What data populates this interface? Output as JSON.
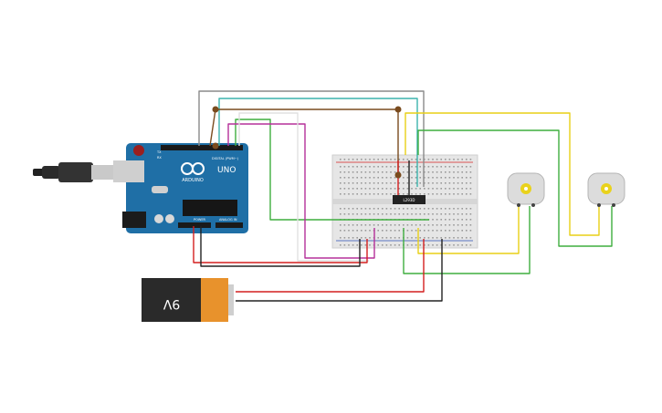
{
  "arduino": {
    "brand": "ARDUINO",
    "model": "UNO",
    "digital_label": "DIGITAL (PWM~)",
    "power_label": "POWER",
    "analog_label": "ANALOG IN",
    "tx_label": "TX",
    "rx_label": "RX"
  },
  "ic": {
    "label": "L293D"
  },
  "battery": {
    "label": "9V"
  },
  "colors": {
    "board": "#1f6fa6",
    "breadboard": "#e6e6e6",
    "wire_red": "#d41f1f",
    "wire_black": "#222222",
    "wire_yellow": "#e8cf16",
    "wire_green": "#3fae3f",
    "wire_magenta": "#b5309a",
    "wire_teal": "#3cb4ad",
    "wire_gray": "#8a8a8a",
    "wire_brown": "#7a4b1e",
    "wire_white": "#e6e6e6",
    "motor_body": "#dcdcdc",
    "motor_hub": "#e9d21c"
  }
}
